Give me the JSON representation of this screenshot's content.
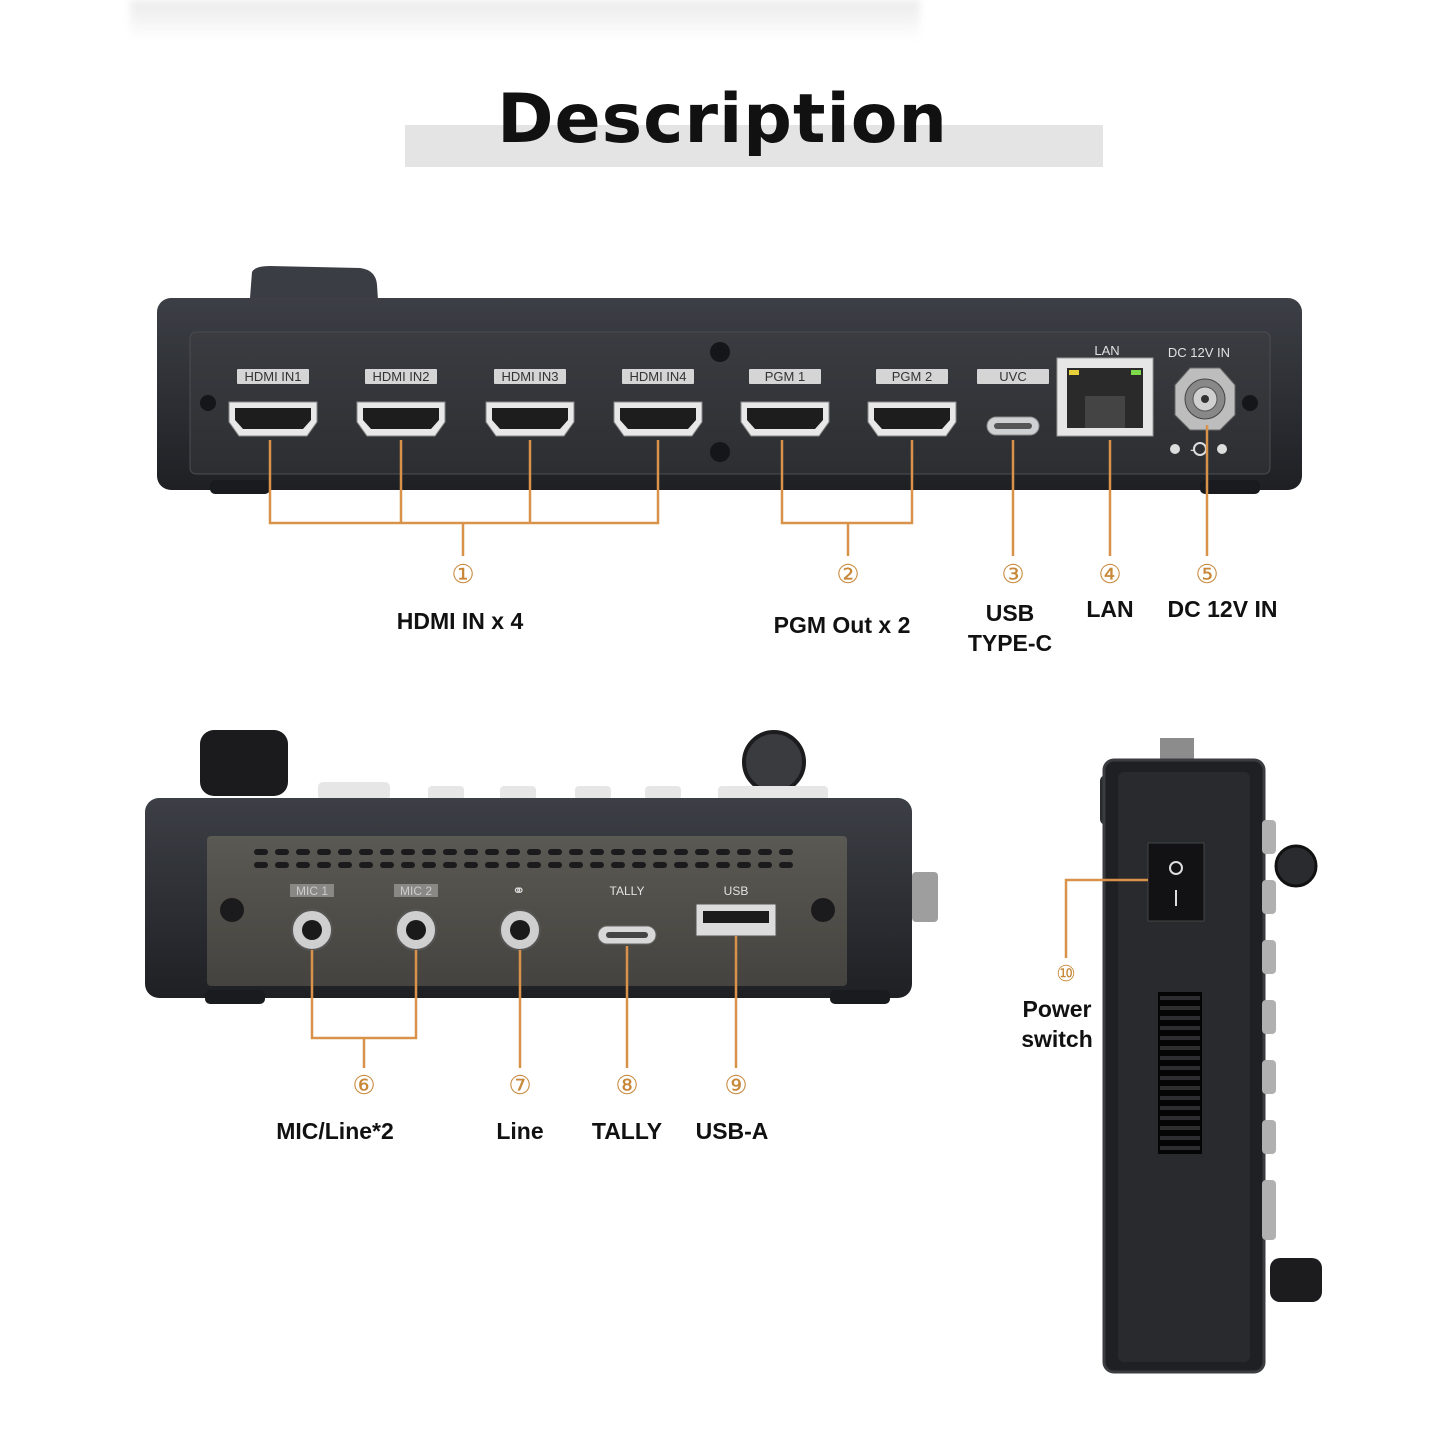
{
  "title": "Description",
  "rear_panel": {
    "port_labels": [
      "HDMI IN1",
      "HDMI IN2",
      "HDMI IN3",
      "HDMI IN4",
      "PGM 1",
      "PGM 2",
      "UVC",
      "LAN",
      "DC 12V IN"
    ]
  },
  "callouts_top": [
    {
      "num": "①",
      "label": "HDMI IN x 4"
    },
    {
      "num": "②",
      "label": "PGM Out x 2"
    },
    {
      "num": "③",
      "label_line1": "USB",
      "label_line2": "TYPE-C"
    },
    {
      "num": "④",
      "label": "LAN"
    },
    {
      "num": "⑤",
      "label": "DC 12V IN"
    }
  ],
  "side_panel": {
    "port_labels": [
      "MIC 1",
      "MIC 2",
      "TALLY",
      "USB"
    ]
  },
  "callouts_bottom": [
    {
      "num": "⑥",
      "label": "MIC/Line*2"
    },
    {
      "num": "⑦",
      "label": "Line"
    },
    {
      "num": "⑧",
      "label": "TALLY"
    },
    {
      "num": "⑨",
      "label": "USB-A"
    }
  ],
  "power": {
    "num": "⑩",
    "label_line1": "Power",
    "label_line2": "switch"
  },
  "colors": {
    "callout": "#d9924a",
    "device": "#2b2d31",
    "accent_green": "#7bd94a"
  }
}
